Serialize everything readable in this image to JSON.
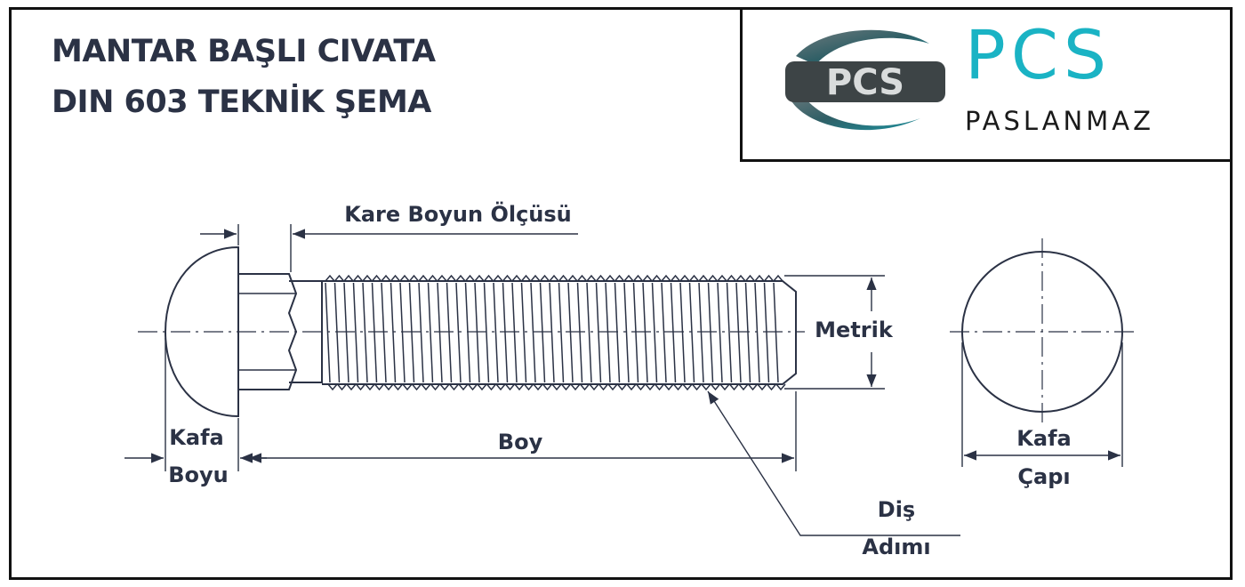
{
  "title": {
    "line1": "MANTAR BAŞLI CIVATA",
    "line2": "DIN 603 TEKNİK ŞEMA"
  },
  "logo": {
    "emblem_text": "PCS",
    "brand": "PCS",
    "subtitle": "PASLANMAZ",
    "brand_color": "#1ab3c4"
  },
  "labels": {
    "kare_boyun": "Kare Boyun Ölçüsü",
    "metrik": "Metrik",
    "kafa_boyu_1": "Kafa",
    "kafa_boyu_2": "Boyu",
    "boy": "Boy",
    "dis_1": "Diş",
    "dis_2": "Adımı",
    "kafa_capi_1": "Kafa",
    "kafa_capi_2": "Çapı"
  },
  "colors": {
    "line": "#2b3245",
    "text": "#2b3245"
  }
}
